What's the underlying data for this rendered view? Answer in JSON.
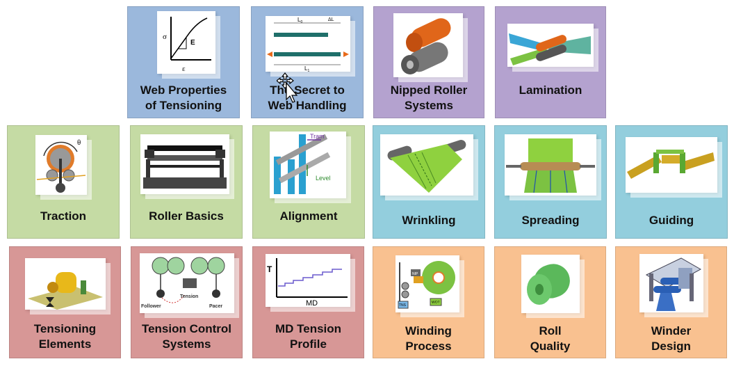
{
  "tiles": [
    {
      "id": "web-properties",
      "color": "#9bb8dc",
      "line1": "Web Properties",
      "line2": "of Tensioning",
      "diagram": {
        "y_axis": "σ",
        "x_axis": "ε",
        "slope_label": "E"
      }
    },
    {
      "id": "secret-web-handling",
      "color": "#9bb8dc",
      "line1": "The Secret to",
      "line2": "Web Handling",
      "diagram": {
        "top_label": "L",
        "top_sub": "0",
        "delta_label": "ΔL",
        "bottom_label": "L",
        "bottom_sub": "1"
      }
    },
    {
      "id": "nipped-roller-systems",
      "color": "#b4a2cf",
      "line1": "Nipped Roller",
      "line2": "Systems"
    },
    {
      "id": "lamination",
      "color": "#b4a2cf",
      "line1": "Lamination",
      "line2": ""
    },
    {
      "id": "traction",
      "color": "#c5dba4",
      "line1": "Traction",
      "line2": "",
      "diagram": {
        "angle_label": "θ"
      }
    },
    {
      "id": "roller-basics",
      "color": "#c5dba4",
      "line1": "Roller Basics",
      "line2": ""
    },
    {
      "id": "alignment",
      "color": "#c5dba4",
      "line1": "Alignment",
      "line2": "",
      "diagram": {
        "tram_label": "Tram",
        "level_label": "Level"
      }
    },
    {
      "id": "wrinkling",
      "color": "#93cedd",
      "line1": "Wrinkling",
      "line2": ""
    },
    {
      "id": "spreading",
      "color": "#93cedd",
      "line1": "Spreading",
      "line2": ""
    },
    {
      "id": "guiding",
      "color": "#93cedd",
      "line1": "Guiding",
      "line2": ""
    },
    {
      "id": "tensioning-elements",
      "color": "#d79796",
      "line1": "Tensioning",
      "line2": "Elements"
    },
    {
      "id": "tension-control-systems",
      "color": "#d79796",
      "line1": "Tension Control",
      "line2": "Systems",
      "diagram": {
        "follower": "Follower",
        "tension": "Tension",
        "pacer": "Pacer"
      }
    },
    {
      "id": "md-tension-profile",
      "color": "#d79796",
      "line1": "MD Tension",
      "line2": "Profile",
      "diagram": {
        "y_axis": "T",
        "x_axis": "MD"
      }
    },
    {
      "id": "winding-process",
      "color": "#f9c190",
      "line1": "Winding",
      "line2": "Process",
      "diagram": {
        "box_a": "NIP",
        "box_b": "WOT",
        "box_c": "TNS"
      }
    },
    {
      "id": "roll-quality",
      "color": "#f9c190",
      "line1": "Roll",
      "line2": "Quality"
    },
    {
      "id": "winder-design",
      "color": "#f9c190",
      "line1": "Winder",
      "line2": "Design"
    }
  ]
}
